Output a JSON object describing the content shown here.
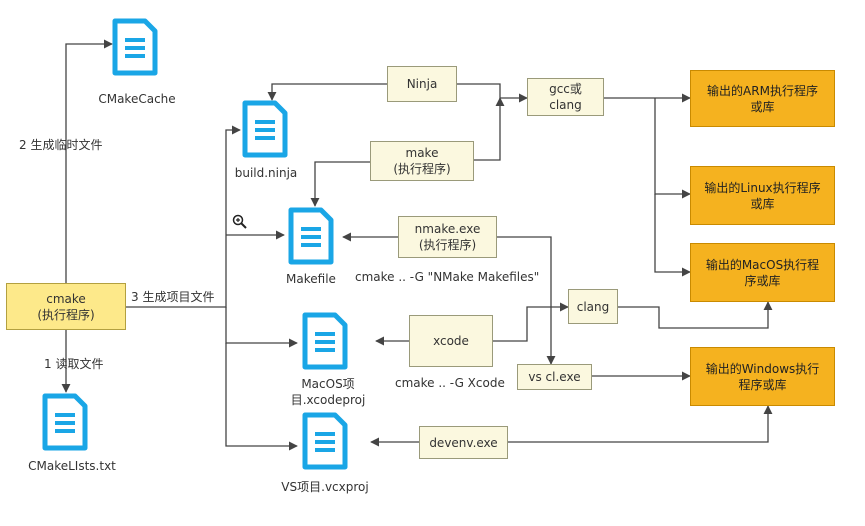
{
  "nodes": {
    "cmake": {
      "line1": "cmake",
      "line2": "(执行程序)"
    },
    "cmake_cache": "CMakeCache",
    "cmakelists": "CMakeLIsts.txt",
    "build_ninja": "build.ninja",
    "makefile": "Makefile",
    "macos_proj": {
      "line1": "MacOS项",
      "line2": "目.xcodeproj"
    },
    "vs_proj": "VS项目.vcxproj",
    "ninja": "Ninja",
    "make": {
      "line1": "make",
      "line2": "(执行程序)"
    },
    "nmake": {
      "line1": "nmake.exe",
      "line2": "(执行程序)"
    },
    "xcode": "xcode",
    "devenv": "devenv.exe",
    "gcc": {
      "line1": "gcc或",
      "line2": "clang"
    },
    "clang": "clang",
    "vs_cl": "vs cl.exe",
    "out_arm": {
      "line1": "输出的ARM执行程序",
      "line2": "或库"
    },
    "out_linux": {
      "line1": "输出的Linux执行程序",
      "line2": "或库"
    },
    "out_macos": {
      "line1": "输出的MacOS执行程",
      "line2": "序或库"
    },
    "out_windows": {
      "line1": "输出的Windows执行",
      "line2": "程序或库"
    }
  },
  "edge_labels": {
    "gen_temp": "2 生成临时文件",
    "gen_project": "3 生成项目文件",
    "read_file": "1 读取文件",
    "nmake_cmd": "cmake .. -G \"NMake Makefiles\"",
    "xcode_cmd": "cmake .. -G Xcode"
  },
  "colors": {
    "doc_icon": "#1aa6e6",
    "process_box": "#fbf8df",
    "cmake_box": "#fde98a",
    "output_box": "#f5b21f",
    "line": "#444444"
  },
  "icons": {
    "doc": "document-icon",
    "zoom": "zoom-in-icon"
  }
}
